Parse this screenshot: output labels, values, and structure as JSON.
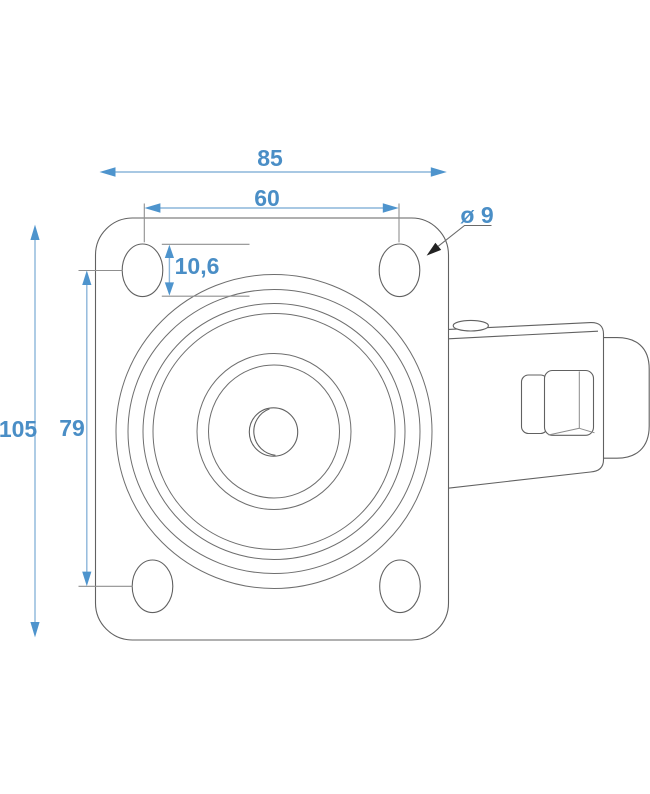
{
  "page": {
    "background": "#ffffff",
    "kind": "technical dimension drawing",
    "subject": "swivel caster with brake, top view of square mounting plate"
  },
  "drawing": {
    "dim_plate_width": "85",
    "dim_hole_spacing_x": "60",
    "dim_plate_height": "105",
    "dim_hole_spacing_y": "79",
    "dim_hole_slot_height": "10,6",
    "dim_hole_diameter": "ø 9"
  },
  "parts": {
    "plate": "mounting-plate",
    "rings": "swivel-bearing-rings",
    "center_hole": "kingpin-center-hole",
    "corner_holes": "mounting-slot-holes",
    "fork": "wheel-fork-bracket",
    "wheel": "wheel",
    "brake_block": "brake-pedal-block",
    "pin": "grease-nipple-pin"
  },
  "colors": {
    "dimension_text": "#4a8ec6",
    "dimension_line": "#8cb6da",
    "dimension_arrow": "#4e94cd",
    "part_outline": "#616161",
    "ring_outline": "#6e6e6e",
    "extension_line": "#8f8f8f",
    "leader_line": "#6a6a6a",
    "leader_arrow": "#222222",
    "background": "#ffffff"
  }
}
